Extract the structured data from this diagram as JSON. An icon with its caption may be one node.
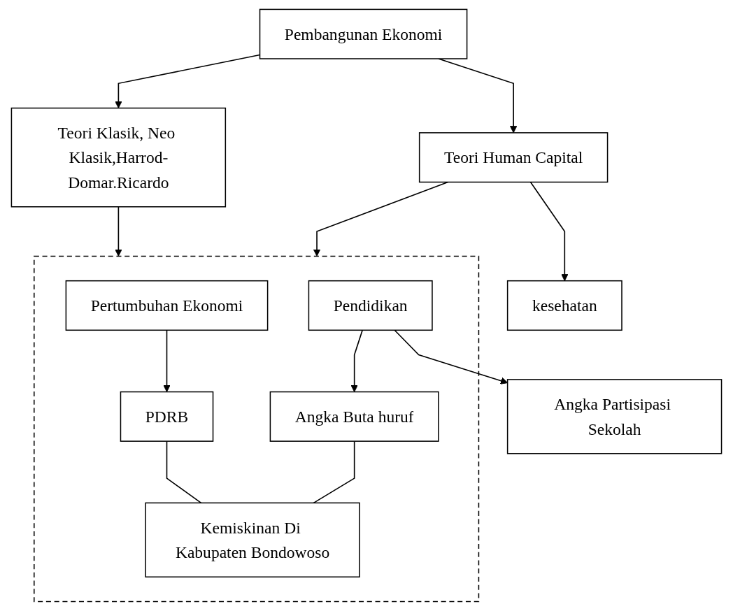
{
  "diagram": {
    "nodes": [
      {
        "text": [
          "Pembangunan Ekonomi"
        ]
      },
      {
        "text": [
          "Teori Klasik, Neo Klasik,Harrod-Domar.Ricardo"
        ]
      },
      {
        "text": [
          "Teori Human Capital"
        ]
      },
      {
        "text": [],
        "shape": "box"
      },
      {
        "text": [
          "Pertumbuhan Ekonomi"
        ],
        "in": 3
      },
      {
        "text": [
          "Pendidikan"
        ],
        "in": 3
      },
      {
        "text": [
          "kesehatan"
        ]
      },
      {
        "text": [
          "PDRB"
        ],
        "in": 3
      },
      {
        "text": [
          "Angka Buta huruf"
        ],
        "in": 3
      },
      {
        "text": [
          "Angka Partisipasi Sekolah"
        ]
      },
      {
        "text": [
          "Kemiskinan Di Kabupaten Bondowoso"
        ],
        "in": 3
      }
    ],
    "edges": [
      {
        "from": 0,
        "to": 1,
        "arrow": "to"
      },
      {
        "from": 0,
        "to": 2,
        "arrow": "to"
      },
      {
        "from": 1,
        "to": 3,
        "arrow": "to"
      },
      {
        "from": 2,
        "to": 3,
        "arrow": "to"
      },
      {
        "from": 2,
        "to": 6,
        "arrow": "to"
      },
      {
        "from": 4,
        "to": 7,
        "arrow": "to"
      },
      {
        "from": 5,
        "to": 8,
        "arrow": "to"
      },
      {
        "from": 5,
        "to": 9,
        "arrow": "to"
      },
      {
        "from": 7,
        "to": 10,
        "arrow": "none"
      },
      {
        "from": 8,
        "to": 10,
        "arrow": "none"
      }
    ]
  }
}
